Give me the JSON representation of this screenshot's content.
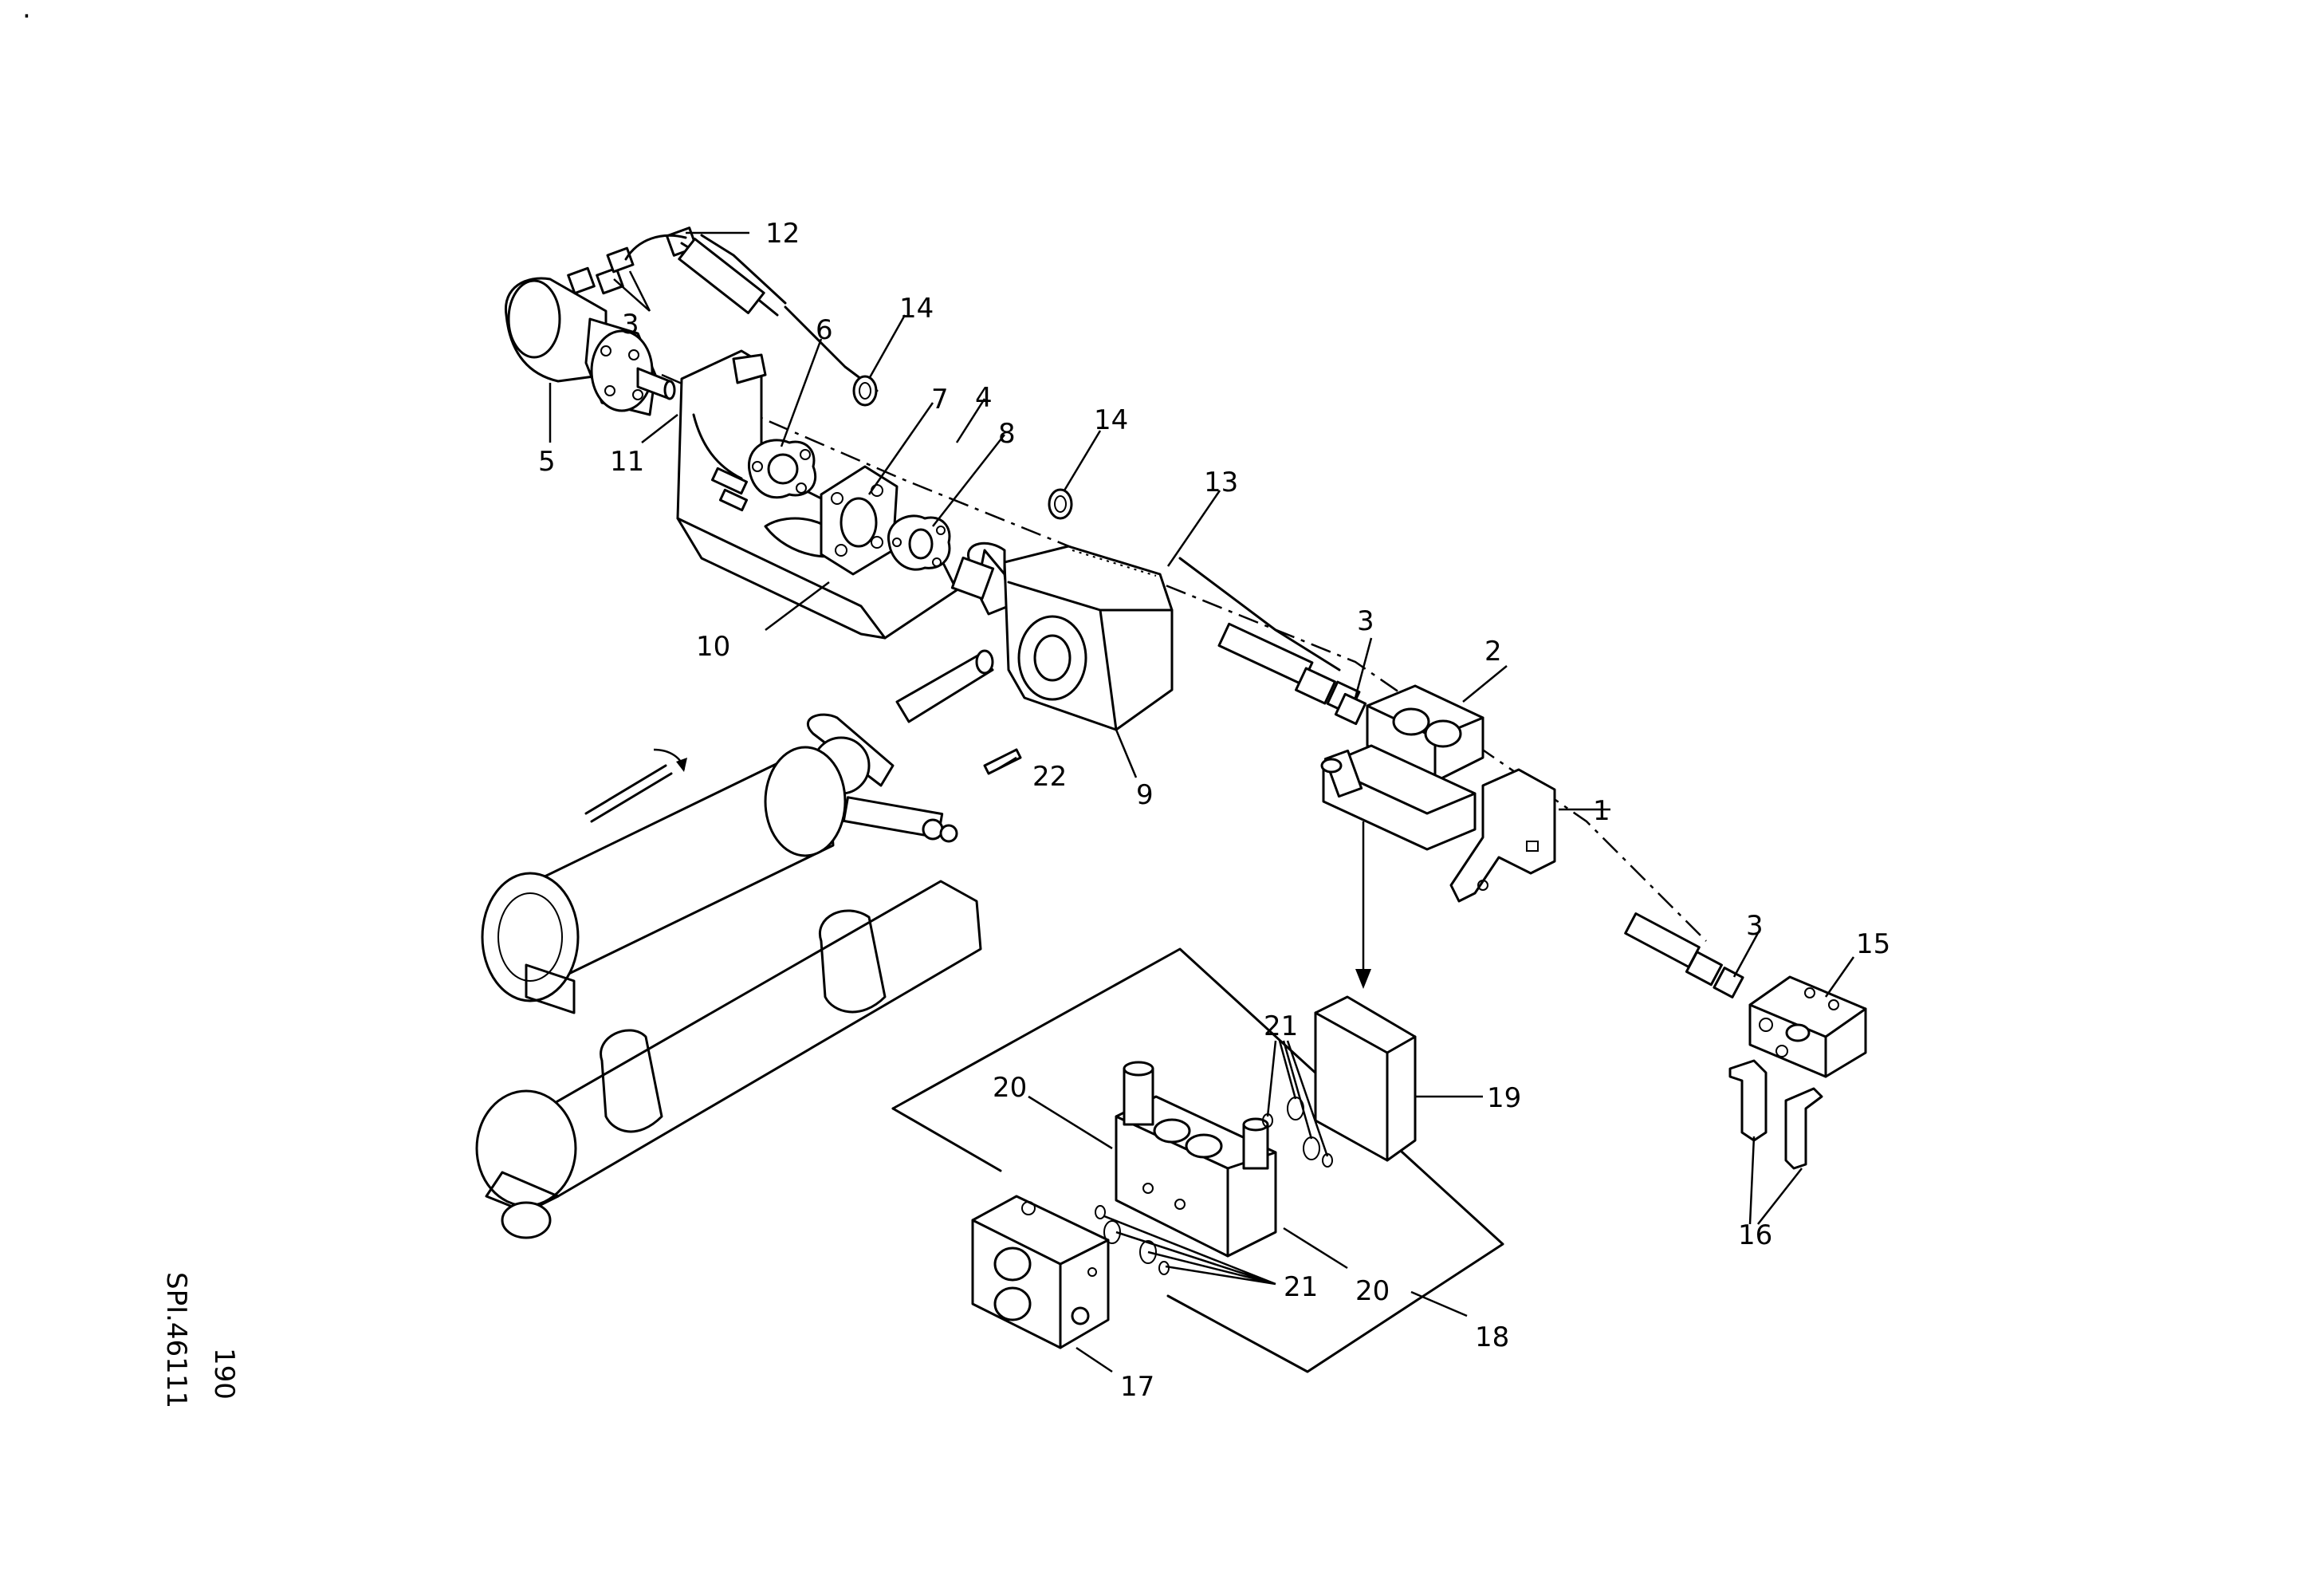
{
  "callouts": {
    "c1": "1",
    "c2": "2",
    "c3a": "3",
    "c3b": "3",
    "c3c": "3",
    "c4": "4",
    "c5": "5",
    "c6": "6",
    "c7": "7",
    "c8": "8",
    "c9": "9",
    "c10": "10",
    "c11": "11",
    "c12": "12",
    "c13": "13",
    "c14a": "14",
    "c14b": "14",
    "c15": "15",
    "c16": "16",
    "c17": "17",
    "c18": "18",
    "c19": "19",
    "c20a": "20",
    "c20b": "20",
    "c21a": "21",
    "c21b": "21",
    "c22": "22"
  },
  "side_text": {
    "page_number": "190",
    "doc_code": "SPI.46111"
  },
  "corner_mark": "."
}
